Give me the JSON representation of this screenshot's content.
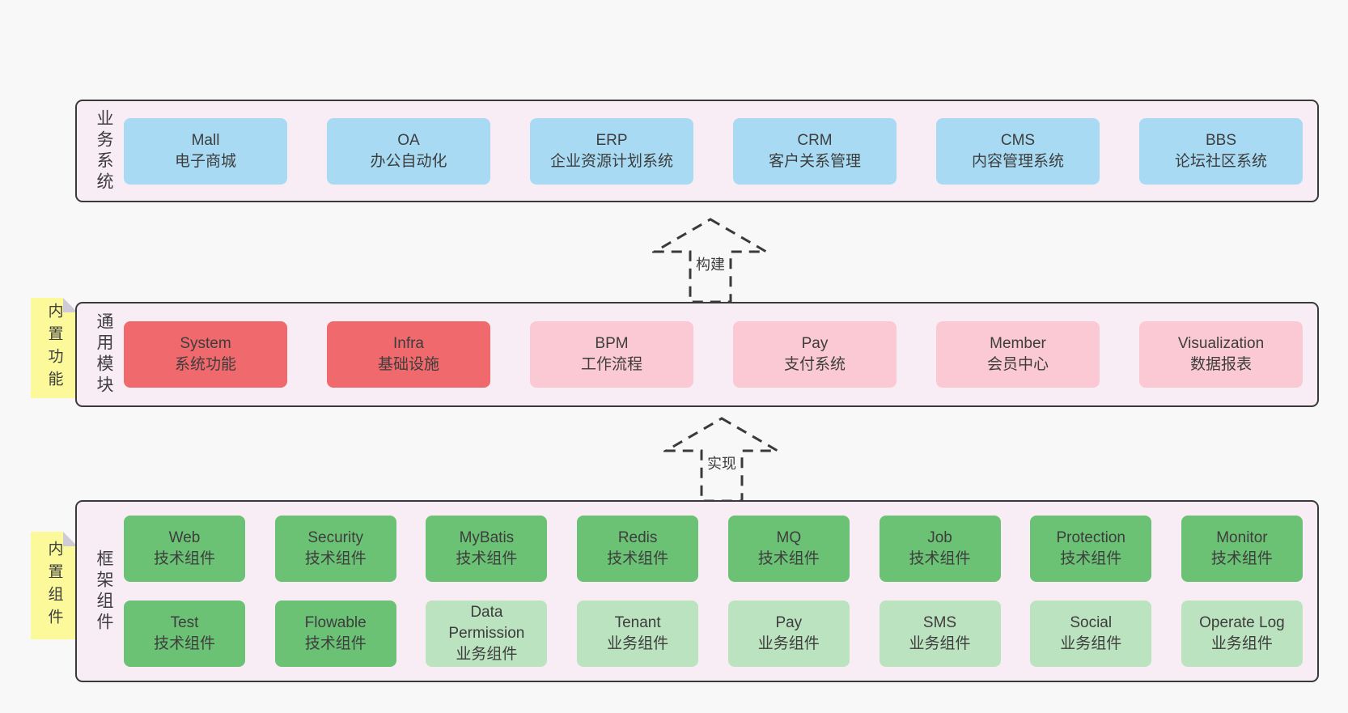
{
  "colors": {
    "canvas_bg": "#f8f8f8",
    "panel_bg": "#f8ecf5",
    "panel_border": "#3a3a3a",
    "blue_box": "#a8dbf3",
    "red_box": "#f0696c",
    "pink_box": "#fbc9d3",
    "green_box": "#6bc275",
    "green_light_box": "#bce3bf",
    "note_bg": "#fbf99a",
    "note_fold": "#cfcad8",
    "text": "#3d3d3d"
  },
  "arrows": [
    {
      "label": "构建"
    },
    {
      "label": "实现"
    }
  ],
  "sections": [
    {
      "label": "业务系统",
      "boxes": [
        {
          "en": "Mall",
          "zh": "电子商城"
        },
        {
          "en": "OA",
          "zh": "办公自动化"
        },
        {
          "en": "ERP",
          "zh": "企业资源计划系统"
        },
        {
          "en": "CRM",
          "zh": "客户关系管理"
        },
        {
          "en": "CMS",
          "zh": "内容管理系统"
        },
        {
          "en": "BBS",
          "zh": "论坛社区系统"
        }
      ]
    },
    {
      "label": "通用模块",
      "note": "内置功能",
      "boxes": [
        {
          "en": "System",
          "zh": "系统功能"
        },
        {
          "en": "Infra",
          "zh": "基础设施"
        },
        {
          "en": "BPM",
          "zh": "工作流程"
        },
        {
          "en": "Pay",
          "zh": "支付系统"
        },
        {
          "en": "Member",
          "zh": "会员中心"
        },
        {
          "en": "Visualization",
          "zh": "数据报表"
        }
      ]
    },
    {
      "label": "框架组件",
      "note": "内置组件",
      "rows": [
        [
          {
            "en": "Web",
            "zh": "技术组件"
          },
          {
            "en": "Security",
            "zh": "技术组件"
          },
          {
            "en": "MyBatis",
            "zh": "技术组件"
          },
          {
            "en": "Redis",
            "zh": "技术组件"
          },
          {
            "en": "MQ",
            "zh": "技术组件"
          },
          {
            "en": "Job",
            "zh": "技术组件"
          },
          {
            "en": "Protection",
            "zh": "技术组件"
          },
          {
            "en": "Monitor",
            "zh": "技术组件"
          }
        ],
        [
          {
            "en": "Test",
            "zh": "技术组件"
          },
          {
            "en": "Flowable",
            "zh": "技术组件"
          },
          {
            "en": "Data Permission",
            "zh": "业务组件"
          },
          {
            "en": "Tenant",
            "zh": "业务组件"
          },
          {
            "en": "Pay",
            "zh": "业务组件"
          },
          {
            "en": "SMS",
            "zh": "业务组件"
          },
          {
            "en": "Social",
            "zh": "业务组件"
          },
          {
            "en": "Operate Log",
            "zh": "业务组件"
          }
        ]
      ]
    }
  ]
}
